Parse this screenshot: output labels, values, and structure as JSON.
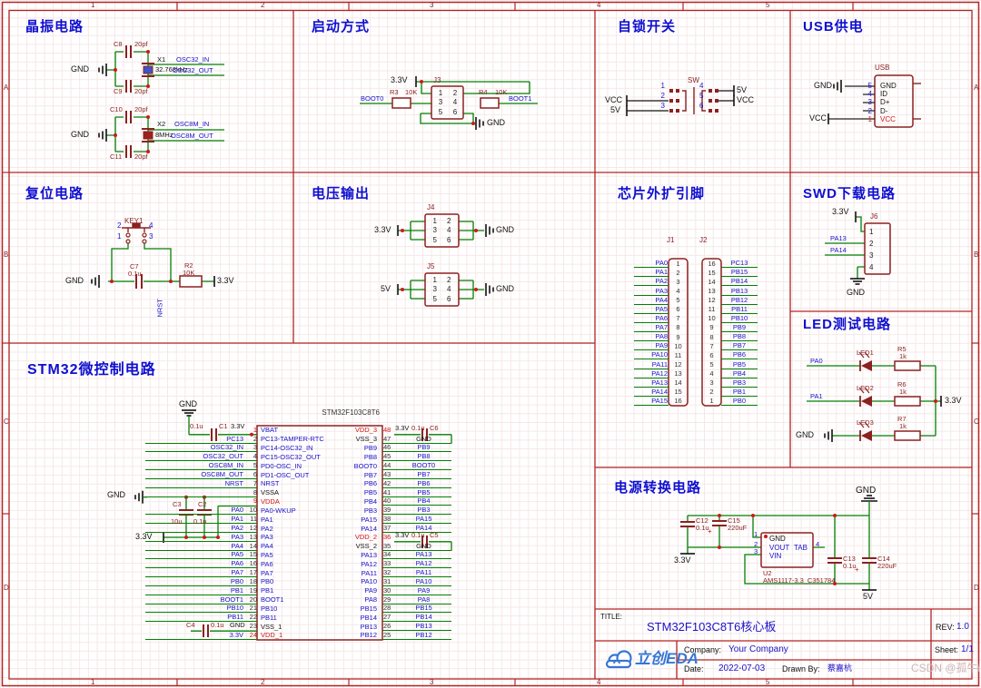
{
  "sheet": {
    "cols": [
      "1",
      "2",
      "3",
      "4",
      "5"
    ],
    "rows": [
      "A",
      "B",
      "C",
      "D"
    ]
  },
  "colors": {
    "accent_red": "#b32424",
    "wire_green": "#027f02",
    "component_maroon": "#8b2121",
    "net_blue": "#1a12c8",
    "title_blue": "#0f0fd0",
    "vdd_red": "#d21414",
    "logo_blue": "#3577d4"
  },
  "sections": {
    "crystal": "晶振电路",
    "boot": "启动方式",
    "latch": "自锁开关",
    "usb": "USB供电",
    "reset": "复位电路",
    "vout": "电压输出",
    "expansion": "芯片外扩引脚",
    "swd": "SWD下载电路",
    "led": "LED测试电路",
    "mcu": "STM32微控制电路",
    "power": "电源转换电路"
  },
  "crystal": {
    "x1": {
      "gnd": "GND",
      "c_top": "C8",
      "c_top_val": "20pf",
      "c_bot": "C9",
      "c_bot_val": "20pf",
      "ref": "X1",
      "freq": "32.768kHz",
      "net_in": "OSC32_IN",
      "net_out": "OSC32_OUT"
    },
    "x2": {
      "gnd": "GND",
      "c_top": "C10",
      "c_top_val": "20pf",
      "c_bot": "C11",
      "c_bot_val": "20pf",
      "ref": "X2",
      "freq": "8MHz",
      "net_in": "OSC8M_IN",
      "net_out": "OSC8M_OUT"
    }
  },
  "boot": {
    "rail": "3.3V",
    "conn": "J3",
    "pins": [
      "1",
      "2",
      "3",
      "4",
      "5",
      "6"
    ],
    "r1": "R3",
    "r1_val": "10K",
    "net1": "BOOT0",
    "r2": "R4",
    "r2_val": "10K",
    "net2": "BOOT1",
    "gnd": "GND"
  },
  "latch": {
    "ref": "SW",
    "pins_left": [
      "1",
      "2",
      "3"
    ],
    "pins_right": [
      "4",
      "5",
      "6"
    ],
    "net_l1": "VCC",
    "net_l2": "5V",
    "net_r1": "5V",
    "net_r2": "VCC"
  },
  "usb": {
    "ref": "USB",
    "nums": [
      {
        "v": "5"
      },
      {
        "v": "4"
      },
      {
        "v": "3"
      },
      {
        "v": "2"
      },
      {
        "v": "1",
        "c": "rd"
      }
    ],
    "names": [
      {
        "v": "GND"
      },
      {
        "v": "ID"
      },
      {
        "v": "D+"
      },
      {
        "v": "D-"
      },
      {
        "v": "VCC",
        "c": "rd"
      }
    ],
    "gnd": "GND",
    "vcc": "VCC"
  },
  "reset": {
    "key": "KEY1",
    "p2": "2",
    "p4": "4",
    "p1": "1",
    "p3": "3",
    "gnd": "GND",
    "cap": "C7",
    "cap_val": "0.1u",
    "net": "NRST",
    "r": "R2",
    "r_val": "10K",
    "rail": "3.3V"
  },
  "vout": {
    "j4": {
      "ref": "J4",
      "pins": [
        "1",
        "2",
        "3",
        "4",
        "5",
        "6"
      ],
      "left": "3.3V",
      "right": "GND"
    },
    "j5": {
      "ref": "J5",
      "pins": [
        "1",
        "2",
        "3",
        "4",
        "5",
        "6"
      ],
      "left": "5V",
      "right": "GND"
    }
  },
  "expansion": {
    "j1": {
      "ref": "J1",
      "rows": [
        {
          "net": "PA0",
          "num": "1"
        },
        {
          "net": "PA1",
          "num": "2"
        },
        {
          "net": "PA2",
          "num": "3"
        },
        {
          "net": "PA3",
          "num": "4"
        },
        {
          "net": "PA4",
          "num": "5"
        },
        {
          "net": "PA5",
          "num": "6"
        },
        {
          "net": "PA6",
          "num": "7"
        },
        {
          "net": "PA7",
          "num": "8"
        },
        {
          "net": "PA8",
          "num": "9"
        },
        {
          "net": "PA9",
          "num": "10"
        },
        {
          "net": "PA10",
          "num": "11"
        },
        {
          "net": "PA11",
          "num": "12"
        },
        {
          "net": "PA12",
          "num": "13"
        },
        {
          "net": "PA13",
          "num": "14"
        },
        {
          "net": "PA14",
          "num": "15"
        },
        {
          "net": "PA15",
          "num": "16"
        }
      ]
    },
    "j2": {
      "ref": "J2",
      "rows": [
        {
          "num": "16",
          "net": "PC13"
        },
        {
          "num": "15",
          "net": "PB15"
        },
        {
          "num": "14",
          "net": "PB14"
        },
        {
          "num": "13",
          "net": "PB13"
        },
        {
          "num": "12",
          "net": "PB12"
        },
        {
          "num": "11",
          "net": "PB11"
        },
        {
          "num": "10",
          "net": "PB10"
        },
        {
          "num": "9",
          "net": "PB9"
        },
        {
          "num": "8",
          "net": "PB8"
        },
        {
          "num": "7",
          "net": "PB7"
        },
        {
          "num": "6",
          "net": "PB6"
        },
        {
          "num": "5",
          "net": "PB5"
        },
        {
          "num": "4",
          "net": "PB4"
        },
        {
          "num": "3",
          "net": "PB3"
        },
        {
          "num": "2",
          "net": "PB1"
        },
        {
          "num": "1",
          "net": "PB0"
        }
      ]
    }
  },
  "swd": {
    "rail": "3.3V",
    "conn": "J6",
    "pins": [
      "1",
      "2",
      "3",
      "4"
    ],
    "net1": "PA13",
    "net2": "PA14",
    "gnd": "GND"
  },
  "led": {
    "rail": "3.3V",
    "rows": [
      {
        "net": "PA0",
        "led": "LED1",
        "r": "R5",
        "val": "1k"
      },
      {
        "net": "PA1",
        "led": "LED2",
        "r": "R6",
        "val": "1k"
      },
      {
        "net": "GND",
        "led": "LED3",
        "r": "R7",
        "val": "1k"
      }
    ]
  },
  "mcu": {
    "part": "STM32F103C8T6",
    "left": [
      {
        "num": "1",
        "name": "VBAT",
        "net": "",
        "uc": "rd",
        "w": "nw"
      },
      {
        "num": "2",
        "name": "PC13-TAMPER-RTC",
        "net": "PC13"
      },
      {
        "num": "3",
        "name": "PC14-OSC32_IN",
        "net": "OSC32_IN"
      },
      {
        "num": "4",
        "name": "PC15-OSC32_OUT",
        "net": "OSC32_OUT"
      },
      {
        "num": "5",
        "name": "PD0-OSC_IN",
        "net": "OSC8M_IN"
      },
      {
        "num": "6",
        "name": "PD1-OSC_OUT",
        "net": "OSC8M_OUT"
      },
      {
        "num": "7",
        "name": "NRST",
        "net": "NRST"
      },
      {
        "num": "8",
        "name": "VSSA",
        "net": "",
        "nc": "bk"
      },
      {
        "num": "9",
        "name": "VDDA",
        "net": "",
        "nc": "rd",
        "uc": "rd",
        "w": "nw"
      },
      {
        "num": "10",
        "name": "PA0-WKUP",
        "net": "PA0"
      },
      {
        "num": "11",
        "name": "PA1",
        "net": "PA1"
      },
      {
        "num": "12",
        "name": "PA2",
        "net": "PA2"
      },
      {
        "num": "13",
        "name": "PA3",
        "net": "PA3"
      },
      {
        "num": "14",
        "name": "PA4",
        "net": "PA4"
      },
      {
        "num": "15",
        "name": "PA5",
        "net": "PA5"
      },
      {
        "num": "16",
        "name": "PA6",
        "net": "PA6"
      },
      {
        "num": "17",
        "name": "PA7",
        "net": "PA7"
      },
      {
        "num": "18",
        "name": "PB0",
        "net": "PB0"
      },
      {
        "num": "19",
        "name": "PB1",
        "net": "PB1"
      },
      {
        "num": "20",
        "name": "BOOT1",
        "net": "BOOT1"
      },
      {
        "num": "21",
        "name": "PB10",
        "net": "PB10"
      },
      {
        "num": "22",
        "name": "PB11",
        "net": "PB11"
      },
      {
        "num": "23",
        "name": "VSS_1",
        "net": "",
        "nc": "bk",
        "w": "nw"
      },
      {
        "num": "24",
        "name": "VDD_1",
        "net": "3.3V",
        "nc": "rd",
        "uc": "rd"
      }
    ],
    "right": [
      {
        "num": "48",
        "name": "VDD_3",
        "net": "",
        "nc": "rd",
        "uc": "rd",
        "w": "nw"
      },
      {
        "num": "47",
        "name": "VSS_3",
        "net": "GND",
        "nc": "bk",
        "tc": "bk"
      },
      {
        "num": "46",
        "name": "PB9",
        "net": "PB9"
      },
      {
        "num": "45",
        "name": "PB8",
        "net": "PB8"
      },
      {
        "num": "44",
        "name": "BOOT0",
        "net": "BOOT0"
      },
      {
        "num": "43",
        "name": "PB7",
        "net": "PB7"
      },
      {
        "num": "42",
        "name": "PB6",
        "net": "PB6"
      },
      {
        "num": "41",
        "name": "PB5",
        "net": "PB5"
      },
      {
        "num": "40",
        "name": "PB4",
        "net": "PB4"
      },
      {
        "num": "39",
        "name": "PB3",
        "net": "PB3"
      },
      {
        "num": "38",
        "name": "PA15",
        "net": "PA15"
      },
      {
        "num": "37",
        "name": "PA14",
        "net": "PA14"
      },
      {
        "num": "36",
        "name": "VDD_2",
        "net": "",
        "nc": "rd",
        "uc": "rd",
        "w": "nw"
      },
      {
        "num": "35",
        "name": "VSS_2",
        "net": "GND",
        "nc": "bk",
        "tc": "bk"
      },
      {
        "num": "34",
        "name": "PA13",
        "net": "PA13"
      },
      {
        "num": "33",
        "name": "PA12",
        "net": "PA12"
      },
      {
        "num": "32",
        "name": "PA11",
        "net": "PA11"
      },
      {
        "num": "31",
        "name": "PA10",
        "net": "PA10"
      },
      {
        "num": "30",
        "name": "PA9",
        "net": "PA9"
      },
      {
        "num": "29",
        "name": "PA8",
        "net": "PA8"
      },
      {
        "num": "28",
        "name": "PB15",
        "net": "PB15"
      },
      {
        "num": "27",
        "name": "PB14",
        "net": "PB14"
      },
      {
        "num": "26",
        "name": "PB13",
        "net": "PB13"
      },
      {
        "num": "25",
        "name": "PB12",
        "net": "PB12"
      }
    ],
    "top_cluster": {
      "gnd": "GND",
      "val": "0.1u",
      "ref": "C1",
      "rail": "3.3V"
    },
    "side_cluster": {
      "gnd": "GND",
      "c3": "C3",
      "c3_val": "10u",
      "c2": "C2",
      "c2_val": "0.1u",
      "rail": "3.3V"
    },
    "bot_cluster": {
      "ref": "C4",
      "val": "0.1u",
      "gnd": "GND"
    },
    "c6": {
      "rail": "3.3V",
      "val": "0.1u",
      "ref": "C6"
    },
    "c5": {
      "rail": "3.3V",
      "val": "0.1u",
      "ref": "C5"
    }
  },
  "power": {
    "gnd": "GND",
    "c12": "C12",
    "c12_val": "0.1u",
    "c15": "C15",
    "c15_val": "220uF",
    "plus": "+",
    "u2": "U2",
    "u2_part": "AMS1117-3.3_C351784",
    "p1": "1",
    "p2": "2",
    "p3": "3",
    "p4": "4",
    "n1": "GND",
    "n2": "VOUT",
    "n3": "VIN",
    "n4": "TAB",
    "rail33": "3.3V",
    "c13": "C13",
    "c13_val": "0.1u",
    "c14": "C14",
    "c14_val": "220uF",
    "rail5": "5V"
  },
  "titleblock": {
    "title_label": "TITLE:",
    "title": "STM32F103C8T6核心板",
    "rev_label": "REV:",
    "rev": "1.0",
    "company_label": "Company:",
    "company": "Your Company",
    "sheet_label": "Sheet:",
    "sheet": "1/1",
    "date_label": "Date:",
    "date": "2022-07-03",
    "drawn_label": "Drawn By:",
    "drawn": "蔡嘉杭",
    "logo": "立创EDA"
  },
  "watermark": "CSDN @孤牛i"
}
